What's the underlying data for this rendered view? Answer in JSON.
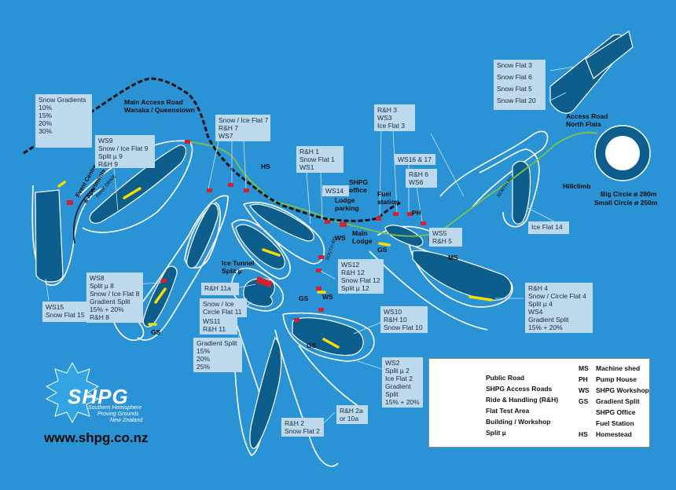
{
  "colors": {
    "background": "#2a93d5",
    "flat_area": "#0d5e8c",
    "track": "#ffffff",
    "access_road": "#7dc243",
    "public_road": "#111111",
    "building": "#d42030",
    "split_mu": "#f3e000",
    "callout_bg": "#bcd9ee"
  },
  "labels": {
    "main_access_road": "Main Access Road",
    "wanaka": "Wanaka / Queenstown",
    "event_centre": "Event Centre",
    "apartments": "& Apartments",
    "park_drive": "PARK DRIVE",
    "hs": "HS",
    "shpg_office_1": "SHPG",
    "shpg_office_2": "office",
    "lodge_parking_1": "Lodge",
    "lodge_parking_2": "parking",
    "main_lodge_1": "Main",
    "main_lodge_2": "Lodge",
    "fuel_station_1": "Fuel",
    "fuel_station_2": "station",
    "ph": "PH",
    "ws_a": "WS",
    "ws_b": "WS",
    "gs_a": "GS",
    "gs_b": "GS",
    "gs_c": "GS",
    "gs_d": "GS",
    "ms": "MS",
    "ice_tunnel_1": "Ice Tunnel",
    "ice_tunnel_2": "Split µ",
    "south_rd": "SOUTH RD",
    "north_rd": "NORTH RD",
    "hillclimb": "Hillclimb",
    "access_road_1": "Access Road",
    "access_road_2": "North Flats",
    "big_circle": "Big Circle ø 280m",
    "small_circle": "Small Circle ø 250m",
    "website": "www.shpg.co.nz",
    "logo": "SHPG",
    "logo_sub_1": "Southern Hemisphere",
    "logo_sub_2": "Proving Grounds",
    "logo_sub_3": "New Zealand"
  },
  "callouts": {
    "snow_gradients": [
      "Snow Gradients",
      "10%",
      "15%",
      "20%",
      "30%"
    ],
    "ws9": [
      "WS9",
      "Snow / Ice Flat 9",
      "Split µ 9",
      "R&H 9"
    ],
    "snow_ice_flat7": [
      "Snow / Ice Flat 7",
      "R&H 7",
      "WS7"
    ],
    "rh1": [
      "R&H 1",
      "Snow Flat 1",
      "WS1"
    ],
    "rh3": [
      "R&H 3",
      "WS3",
      "Ice Flat 3"
    ],
    "ws16": [
      "WS16 & 17"
    ],
    "rh6": [
      "R&H 6",
      "WS6"
    ],
    "ws14": [
      "WS14"
    ],
    "ws5": [
      "WS5",
      "R&H 5"
    ],
    "snow_flats_north": [
      "Snow Flat 3",
      "Snow Flat 6",
      "Snow Flat 5",
      "Snow Flat 20"
    ],
    "ice_flat14": [
      "Ice Flat 14"
    ],
    "ws15": [
      "WS15",
      "Snow Flat 15"
    ],
    "ws8": [
      "WS8",
      "Split µ 8",
      "Snow / Ice Flat 8",
      "Gradient Split",
      "15% + 20%",
      "R&H 8"
    ],
    "rh11a": [
      "R&H 11a"
    ],
    "snow_ice_circle11": [
      "Snow / Ice",
      "Circle Flat 11"
    ],
    "ws11": [
      "WS11",
      "R&H 11"
    ],
    "gradient_split_mid": [
      "Gradient Split",
      "15%",
      "20%",
      "25%"
    ],
    "ws12": [
      "WS12",
      "R&H 12",
      "Snow Flat 12",
      "Split µ 12"
    ],
    "ws10": [
      "WS10",
      "R&H 10",
      "Snow Flat 10"
    ],
    "rh4": [
      "R&H 4",
      "Snow / Circle Flat 4",
      "Split µ 4",
      "WS4",
      "Gradient Split",
      "15% + 20%"
    ],
    "ws2": [
      "WS2",
      "Split µ 2",
      "Ice Flat 2",
      "Gradient",
      "Split",
      "15% + 20%"
    ],
    "rh2a": [
      "R&H 2a",
      "or 10a"
    ],
    "rh2": [
      "R&H 2",
      "Snow Flat 2"
    ]
  },
  "legend": {
    "left": [
      {
        "icon": "public-road",
        "label": "Public Road"
      },
      {
        "icon": "access-road",
        "label": "SHPG Access Roads"
      },
      {
        "icon": "ride-handling",
        "label": "Ride & Handling (R&H)"
      },
      {
        "icon": "flat-test-area",
        "label": "Flat Test Area"
      },
      {
        "icon": "building",
        "label": "Building / Workshop"
      },
      {
        "icon": "split-mu",
        "label": "Split µ"
      }
    ],
    "right": [
      {
        "code": "MS",
        "label": "Machine shed"
      },
      {
        "code": "PH",
        "label": "Pump House"
      },
      {
        "code": "WS",
        "label": "SHPG Workshop"
      },
      {
        "code": "GS",
        "label": "Gradient Split"
      },
      {
        "code": "",
        "label": "SHPG Office"
      },
      {
        "code": "",
        "label": "Fuel Station"
      },
      {
        "code": "HS",
        "label": "Homestead"
      }
    ]
  }
}
